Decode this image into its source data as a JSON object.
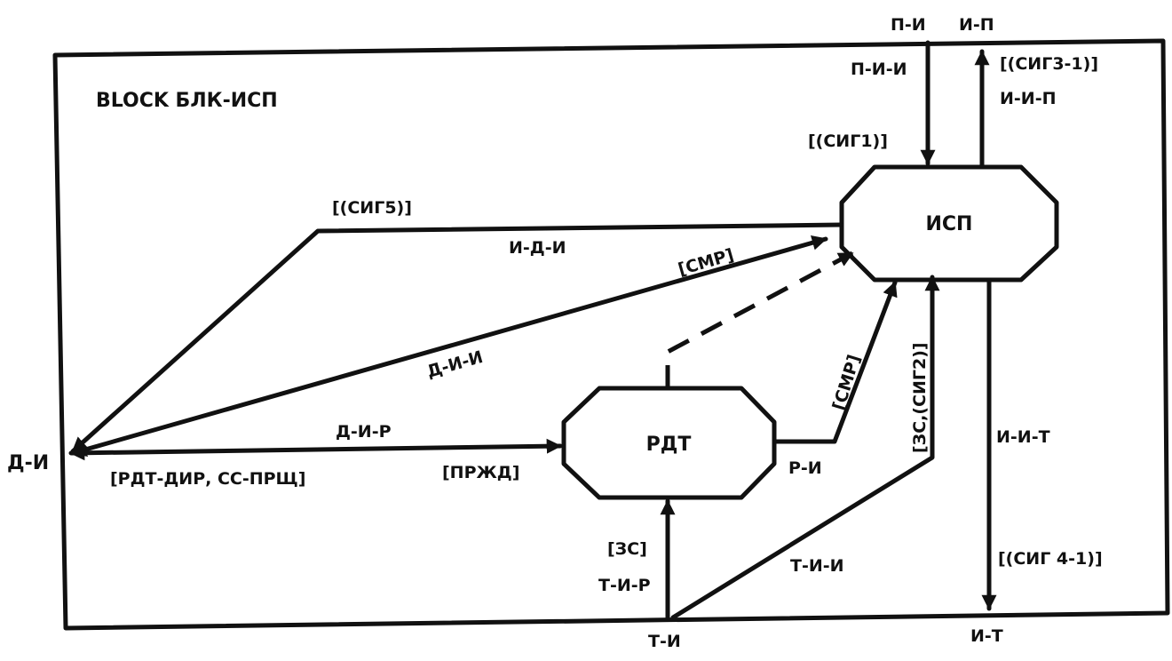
{
  "block": {
    "title": "BLOCK БЛК-ИСП"
  },
  "nodes": {
    "isp": "ИСП",
    "rdt": "РДТ"
  },
  "ports": {
    "d_i": "Д-И",
    "p_i": "П-И",
    "i_p": "И-П",
    "t_i": "Т-И",
    "i_t": "И-Т"
  },
  "routes": {
    "p_i_i": {
      "name": "П-И-И",
      "signals": "[(СИГ1)]"
    },
    "i_i_p": {
      "name": "И-И-П",
      "signals": "[(СИГ3-1)]"
    },
    "i_d_i": {
      "name": "И-Д-И",
      "signals": "[(СИГ5)]"
    },
    "d_i_i": {
      "name": "Д-И-И",
      "signals": "[СМР]"
    },
    "d_i_r": {
      "name": "Д-И-Р",
      "signals_to_rdt": "[ПРЖД]",
      "signals_to_env": "[РДТ-ДИР, СС-ПРЩ]"
    },
    "r_i": {
      "name": "Р-И",
      "signals": "[СМР]"
    },
    "t_i_r": {
      "name": "Т-И-Р",
      "signals": "[ЗС]"
    },
    "t_i_i": {
      "name": "Т-И-И",
      "signals": "[ЗС,(СИГ2)]"
    },
    "i_i_t": {
      "name": "И-И-Т",
      "signals": "[(СИГ 4-1)]"
    }
  }
}
